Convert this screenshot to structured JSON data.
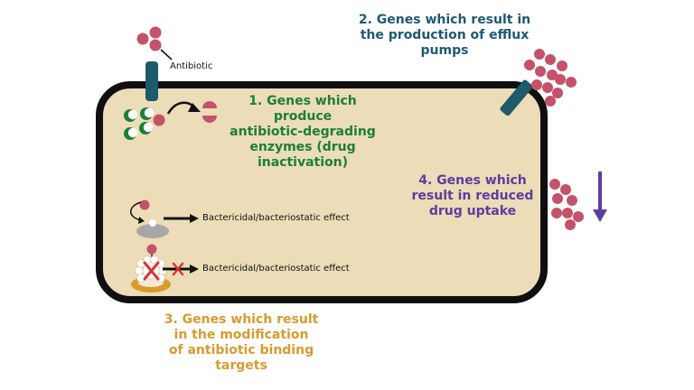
{
  "colors": {
    "cell_fill": "#ecdcb7",
    "cell_border": "#0f0f0f",
    "antibiotic": "#c4526a",
    "channel": "#1d5b6b",
    "green": "#1a7f3a",
    "teal": "#1f5972",
    "orange": "#d99a2e",
    "purple": "#5c3da0",
    "target_gray": "#a7a7a7",
    "target_orange": "#d99a2e",
    "x_red": "#d9343a"
  },
  "labels": {
    "antibiotic": "Antibiotic",
    "mechanism_1": "1. Genes which produce\nantibiotic-degrading\nenzymes (drug\ninactivation)",
    "mechanism_2": "2. Genes which result in\nthe production of efflux\npumps",
    "mechanism_3": "3. Genes which result\nin the modification\nof antibiotic binding\ntargets",
    "mechanism_4": "4. Genes which\nresult in reduced\ndrug uptake",
    "effect_normal": "Bactericidal/bacteriostatic effect",
    "effect_blocked": "Bactericidal/bacteriostatic effect"
  },
  "icons": {
    "enzyme": "pacman-enzyme-icon",
    "degraded_antibiotic": "broken-molecule-icon",
    "efflux_pump": "channel-icon",
    "reduced_uptake": "down-arrow-icon"
  }
}
